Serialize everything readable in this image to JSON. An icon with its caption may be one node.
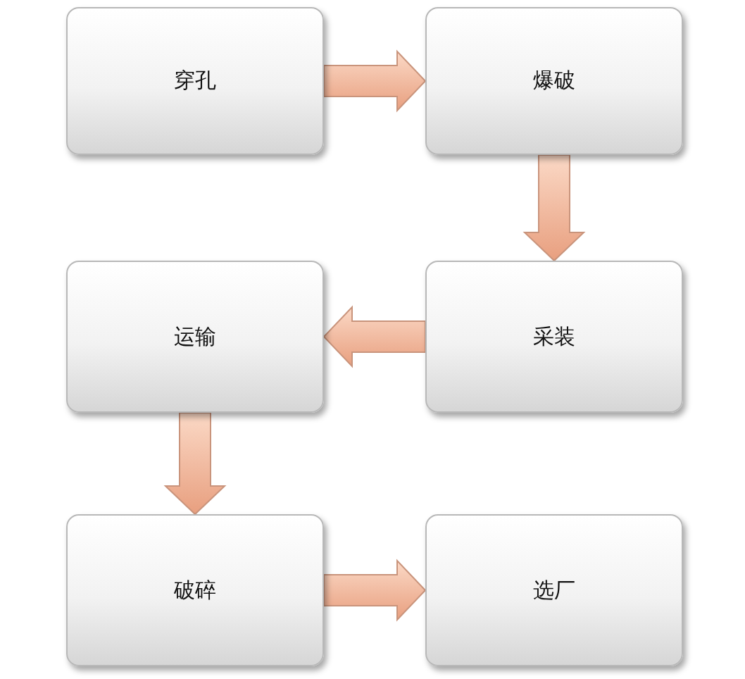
{
  "diagram": {
    "nodes": [
      {
        "text": [
          "穿孔"
        ]
      },
      {
        "text": [
          "爆破"
        ]
      },
      {
        "text": [
          "采装"
        ]
      },
      {
        "text": [
          "运输"
        ]
      },
      {
        "text": [
          "破碎"
        ]
      },
      {
        "text": [
          "选厂"
        ]
      }
    ],
    "edges": [
      {
        "from": 0,
        "to": 1,
        "arrow": "to"
      },
      {
        "from": 1,
        "to": 2,
        "arrow": "to"
      },
      {
        "from": 2,
        "to": 3,
        "arrow": "to"
      },
      {
        "from": 3,
        "to": 4,
        "arrow": "to"
      },
      {
        "from": 4,
        "to": 5,
        "arrow": "to"
      }
    ]
  }
}
